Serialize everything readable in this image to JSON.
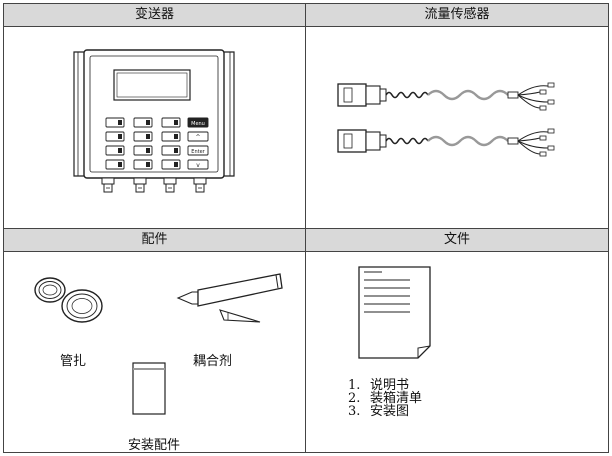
{
  "headers": {
    "transmitter": "变送器",
    "sensor": "流量传感器",
    "accessories": "配件",
    "documents": "文件"
  },
  "transmitter_keys": {
    "menu": "Menu",
    "up": "^",
    "enter": "Enter",
    "down": "v"
  },
  "accessories": {
    "pipe_strap": "管扎",
    "couplant": "耦合剂",
    "install_parts": "安装配件"
  },
  "documents": [
    {
      "num": "1.",
      "text": "说明书"
    },
    {
      "num": "2.",
      "text": "装箱清单"
    },
    {
      "num": "3.",
      "text": "安装图"
    }
  ]
}
